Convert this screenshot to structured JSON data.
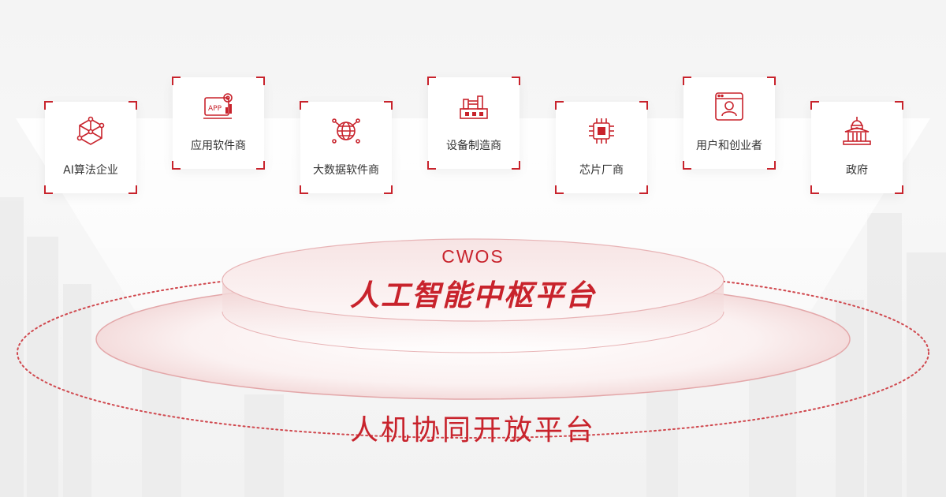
{
  "platform": {
    "brand": "CWOS",
    "name": "人工智能中枢平台"
  },
  "bottom_title": "人机协同开放平台",
  "partners": [
    {
      "label": "AI算法企业",
      "icon": "cube-network-icon"
    },
    {
      "label": "应用软件商",
      "icon": "app-gear-icon"
    },
    {
      "label": "大数据软件商",
      "icon": "globe-data-icon"
    },
    {
      "label": "设备制造商",
      "icon": "factory-icon"
    },
    {
      "label": "芯片厂商",
      "icon": "chip-icon"
    },
    {
      "label": "用户和创业者",
      "icon": "user-profile-icon"
    },
    {
      "label": "政府",
      "icon": "government-building-icon"
    }
  ],
  "colors": {
    "accent": "#c8232c",
    "card_bg": "#ffffff",
    "background": "#f4f4f4"
  }
}
